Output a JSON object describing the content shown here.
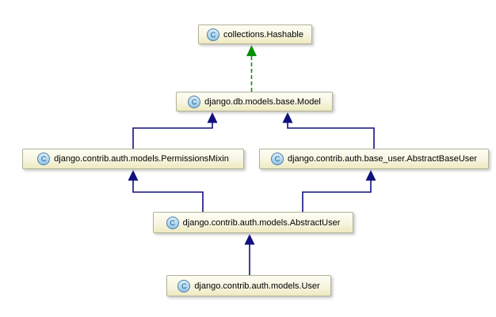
{
  "diagram": {
    "type": "uml-class-inheritance",
    "background_color": "#ffffff",
    "classes": [
      {
        "label": "collections.Hashable",
        "icon_letter": "C",
        "stereotype": "class"
      },
      {
        "label": "django.db.models.base.Model",
        "icon_letter": "C",
        "stereotype": "class"
      },
      {
        "label": "django.contrib.auth.models.PermissionsMixin",
        "icon_letter": "C",
        "stereotype": "class"
      },
      {
        "label": "django.contrib.auth.base_user.AbstractBaseUser",
        "icon_letter": "C",
        "stereotype": "class"
      },
      {
        "label": "django.contrib.auth.models.AbstractUser",
        "icon_letter": "C",
        "stereotype": "class"
      },
      {
        "label": "django.contrib.auth.models.User",
        "icon_letter": "C",
        "stereotype": "class"
      }
    ],
    "relations": [
      {
        "from": "django.db.models.base.Model",
        "to": "collections.Hashable",
        "line_style": "dashed",
        "arrowhead": "solid-triangle-up",
        "color": "#089008"
      },
      {
        "from": "django.contrib.auth.models.PermissionsMixin",
        "to": "django.db.models.base.Model",
        "line_style": "solid",
        "arrowhead": "solid-triangle-up",
        "color": "#10107e"
      },
      {
        "from": "django.contrib.auth.base_user.AbstractBaseUser",
        "to": "django.db.models.base.Model",
        "line_style": "solid",
        "arrowhead": "solid-triangle-up",
        "color": "#10107e"
      },
      {
        "from": "django.contrib.auth.models.AbstractUser",
        "to": "django.contrib.auth.models.PermissionsMixin",
        "line_style": "solid",
        "arrowhead": "solid-triangle-up",
        "color": "#10107e"
      },
      {
        "from": "django.contrib.auth.models.AbstractUser",
        "to": "django.contrib.auth.base_user.AbstractBaseUser",
        "line_style": "solid",
        "arrowhead": "solid-triangle-up",
        "color": "#10107e"
      },
      {
        "from": "django.contrib.auth.models.User",
        "to": "django.contrib.auth.models.AbstractUser",
        "line_style": "solid",
        "arrowhead": "solid-triangle-up",
        "color": "#10107e"
      }
    ],
    "colors": {
      "box_fill_top": "#fdfdf4",
      "box_fill_bottom": "#eeeabf",
      "box_border": "#b2b298",
      "class_icon_fill": "#b9dcf2",
      "class_icon_border": "#4e7da7",
      "class_icon_letter": "#1d5a86",
      "inheritance_line": "#10107e",
      "dashed_extends_line": "#089008",
      "label_text": "#000000"
    }
  }
}
